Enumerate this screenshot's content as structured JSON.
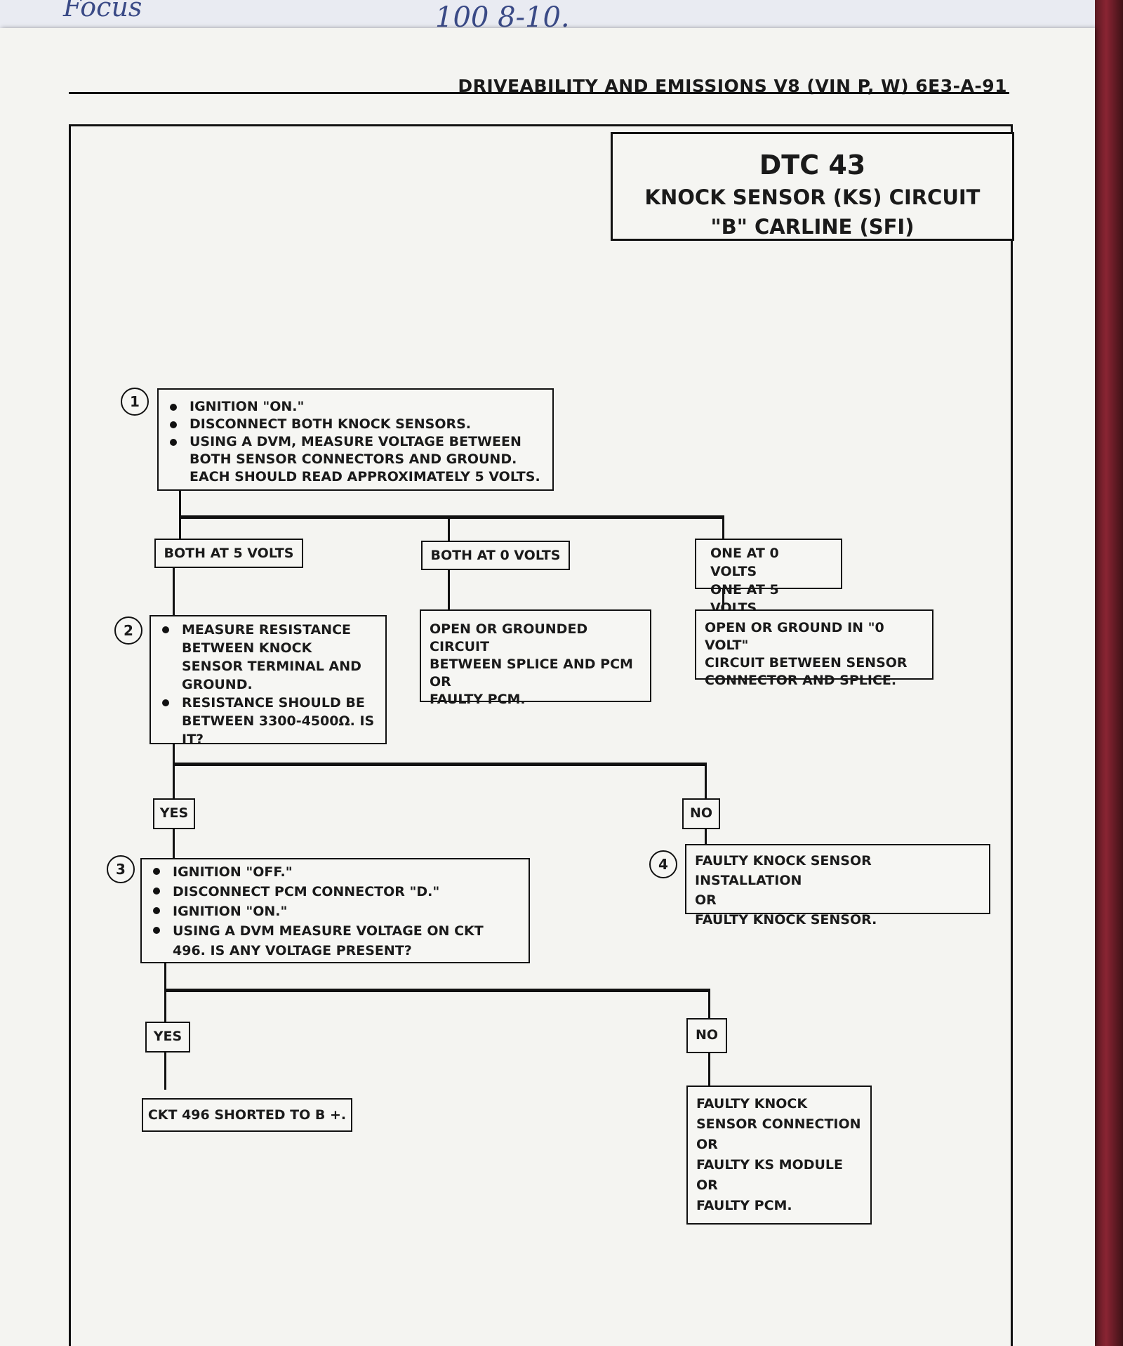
{
  "handwriting": {
    "left": "Focus",
    "right": "100   8-10."
  },
  "header": {
    "section_title": "DRIVEABILITY AND EMISSIONS  V8  (VIN P, W)  6E3-A-91"
  },
  "title": {
    "code": "DTC 43",
    "line1": "KNOCK SENSOR (KS) CIRCUIT",
    "line2": "\"B\" CARLINE  (SFI)"
  },
  "steps": [
    {
      "number": "1",
      "bullets": [
        "IGNITION \"ON.\"",
        "DISCONNECT BOTH KNOCK SENSORS.",
        "USING A DVM, MEASURE VOLTAGE BETWEEN BOTH SENSOR CONNECTORS AND GROUND. EACH SHOULD READ APPROXIMATELY 5 VOLTS."
      ]
    },
    {
      "number": "2",
      "bullets": [
        "MEASURE RESISTANCE BETWEEN KNOCK SENSOR TERMINAL AND GROUND.",
        "RESISTANCE SHOULD BE BETWEEN 3300-4500Ω. IS IT?"
      ]
    },
    {
      "number": "3",
      "bullets": [
        "IGNITION \"OFF.\"",
        "DISCONNECT PCM CONNECTOR \"D.\"",
        "IGNITION \"ON.\"",
        "USING A DVM MEASURE VOLTAGE ON CKT 496. IS ANY VOLTAGE PRESENT?"
      ]
    },
    {
      "number": "4",
      "lines": [
        "FAULTY KNOCK SENSOR INSTALLATION",
        "OR",
        "FAULTY KNOCK SENSOR."
      ]
    }
  ],
  "branches": {
    "both_5": "BOTH AT 5 VOLTS",
    "both_0": "BOTH AT 0 VOLTS",
    "one_0": "ONE AT 0 VOLTS",
    "one_5": "ONE AT 5 VOLTS",
    "yes": "YES",
    "no": "NO"
  },
  "results": {
    "both_0_result": [
      "OPEN OR GROUNDED CIRCUIT",
      "BETWEEN SPLICE AND PCM",
      "OR",
      "FAULTY PCM."
    ],
    "one_result": [
      "OPEN OR GROUND IN \"0 VOLT\"",
      "CIRCUIT BETWEEN SENSOR",
      "CONNECTOR AND SPLICE."
    ],
    "shorted": "CKT 496 SHORTED TO B +.",
    "final": [
      "FAULTY KNOCK",
      "SENSOR CONNECTION",
      "OR",
      "FAULTY KS MODULE",
      "OR",
      "FAULTY PCM."
    ]
  }
}
